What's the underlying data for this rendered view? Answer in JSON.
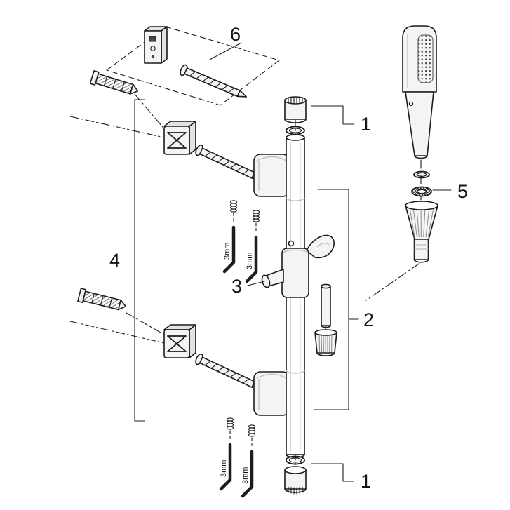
{
  "diagram": {
    "colors": {
      "background": "#ffffff",
      "line": "#1c1c1c"
    },
    "labels": {
      "part1": "1",
      "part2": "2",
      "part3": "3",
      "part4": "4",
      "part5": "5",
      "part6": "6",
      "allen_key_size": "3mm"
    }
  }
}
